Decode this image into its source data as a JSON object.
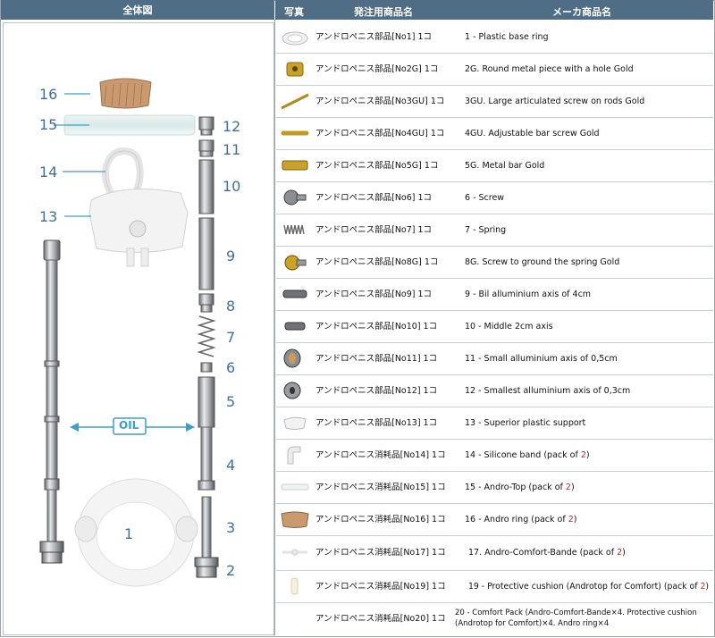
{
  "header": {
    "overview": "全体図",
    "photo": "写真",
    "order_name": "発注用商品名",
    "maker_name": "メーカ商品名"
  },
  "diagram": {
    "callouts": [
      "16",
      "15",
      "12",
      "11",
      "14",
      "10",
      "13",
      "9",
      "8",
      "7",
      "6",
      "5",
      "4",
      "3",
      "2",
      "1"
    ],
    "oil_label": "OIL"
  },
  "parts": [
    {
      "order": "アンドロペニス部品[No1] 1コ",
      "maker": "1 - Plastic base ring"
    },
    {
      "order": "アンドロペニス部品[No2G] 1コ",
      "maker": "2G. Round metal piece with a hole Gold"
    },
    {
      "order": "アンドロペニス部品[No3GU] 1コ",
      "maker": "3GU. Large articulated screw on rods Gold"
    },
    {
      "order": "アンドロペニス部品[No4GU] 1コ",
      "maker": "4GU. Adjustable bar screw Gold"
    },
    {
      "order": "アンドロペニス部品[No5G] 1コ",
      "maker": "5G. Metal bar Gold"
    },
    {
      "order": "アンドロペニス部品[No6] 1コ",
      "maker": "6 - Screw"
    },
    {
      "order": "アンドロペニス部品[No7] 1コ",
      "maker": "7 - Spring"
    },
    {
      "order": "アンドロペニス部品[No8G] 1コ",
      "maker": "8G. Screw to ground the spring Gold"
    },
    {
      "order": "アンドロペニス部品[No9] 1コ",
      "maker": "9 - Bil alluminium axis of 4cm"
    },
    {
      "order": "アンドロペニス部品[No10] 1コ",
      "maker": "10 - Middle 2cm axis"
    },
    {
      "order": "アンドロペニス部品[No11] 1コ",
      "maker": "11 - Small alluminium axis of 0,5cm"
    },
    {
      "order": "アンドロペニス部品[No12] 1コ",
      "maker": "12 - Smallest alluminium axis of 0,3cm"
    },
    {
      "order": "アンドロペニス部品[No13] 1コ",
      "maker": "13 - Superior plastic support"
    },
    {
      "order": "アンドロペニス消耗品[No14] 1コ",
      "maker": "14 - Silicone band (pack of ",
      "maker_qty": "2",
      "maker_end": ")"
    },
    {
      "order": "アンドロペニス消耗品[No15] 1コ",
      "maker": "15 - Andro-Top (pack  of ",
      "maker_qty": "2",
      "maker_end": ")"
    },
    {
      "order": "アンドロペニス消耗品[No16] 1コ",
      "maker": "16 - Andro ring (pack of ",
      "maker_qty": "2",
      "maker_end": ")"
    },
    {
      "order": "アンドロペニス消耗品[No17] 1コ",
      "maker": "17. Andro-Comfort-Bande (pack of ",
      "maker_qty": "2",
      "maker_end": ")"
    },
    {
      "order": "アンドロペニス消耗品[No19] 1コ",
      "maker": "19 - Protective cushion (Androtop for Comfort) (pack of ",
      "maker_qty": "2",
      "maker_end": ")"
    },
    {
      "order": "アンドロペニス消耗品[No20] 1コ",
      "maker": "20 - Comfort Pack (Andro-Comfort-Bande×4. Protective cushion (Androtop for Comfort)×4.   Andro ring×4"
    }
  ]
}
